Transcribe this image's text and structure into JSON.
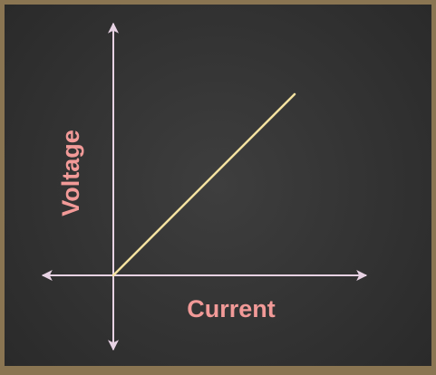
{
  "chart_data": {
    "type": "line",
    "title": "",
    "xlabel": "Current",
    "ylabel": "Voltage",
    "series": [
      {
        "x": [
          0,
          1
        ],
        "y": [
          0,
          1
        ]
      }
    ],
    "xlim": [
      0,
      1
    ],
    "ylim": [
      0,
      1
    ],
    "grid": false,
    "legend": "none"
  },
  "colors": {
    "background": "#333333",
    "frame": "#8a7552",
    "axes": "#e7d2e3",
    "line": "#f4e2a0",
    "label": "#f29a98"
  }
}
